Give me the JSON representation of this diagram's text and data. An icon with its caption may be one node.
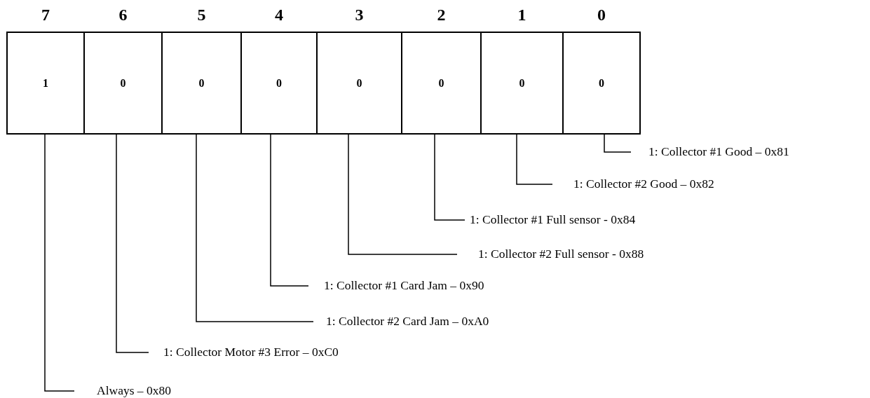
{
  "diagram": {
    "nodes": [
      {
        "text": [
          "7",
          "1"
        ]
      },
      {
        "text": [
          "6",
          "0"
        ]
      },
      {
        "text": [
          "5",
          "0"
        ]
      },
      {
        "text": [
          "4",
          "0"
        ]
      },
      {
        "text": [
          "3",
          "0"
        ]
      },
      {
        "text": [
          "2",
          "0"
        ]
      },
      {
        "text": [
          "1",
          "0"
        ]
      },
      {
        "text": [
          "0",
          "0"
        ]
      },
      {
        "text": [
          "1: Collector #1 Good – 0x81"
        ]
      },
      {
        "text": [
          "1: Collector #2 Good – 0x82"
        ]
      },
      {
        "text": [
          "1: Collector #1 Full sensor - 0x84"
        ]
      },
      {
        "text": [
          "1: Collector #2 Full sensor - 0x88"
        ]
      },
      {
        "text": [
          "1: Collector #1 Card Jam – 0x90"
        ]
      },
      {
        "text": [
          "1: Collector #2 Card Jam – 0xA0"
        ]
      },
      {
        "text": [
          "1: Collector Motor #3 Error – 0xC0"
        ]
      },
      {
        "text": [
          "Always – 0x80"
        ]
      }
    ],
    "edges": [
      {
        "from": 7,
        "to": 8,
        "arrow": "none"
      },
      {
        "from": 6,
        "to": 9,
        "arrow": "none"
      },
      {
        "from": 5,
        "to": 10,
        "arrow": "none"
      },
      {
        "from": 4,
        "to": 11,
        "arrow": "none"
      },
      {
        "from": 3,
        "to": 12,
        "arrow": "none"
      },
      {
        "from": 2,
        "to": 13,
        "arrow": "none"
      },
      {
        "from": 1,
        "to": 14,
        "arrow": "none"
      },
      {
        "from": 0,
        "to": 15,
        "arrow": "none"
      }
    ]
  }
}
